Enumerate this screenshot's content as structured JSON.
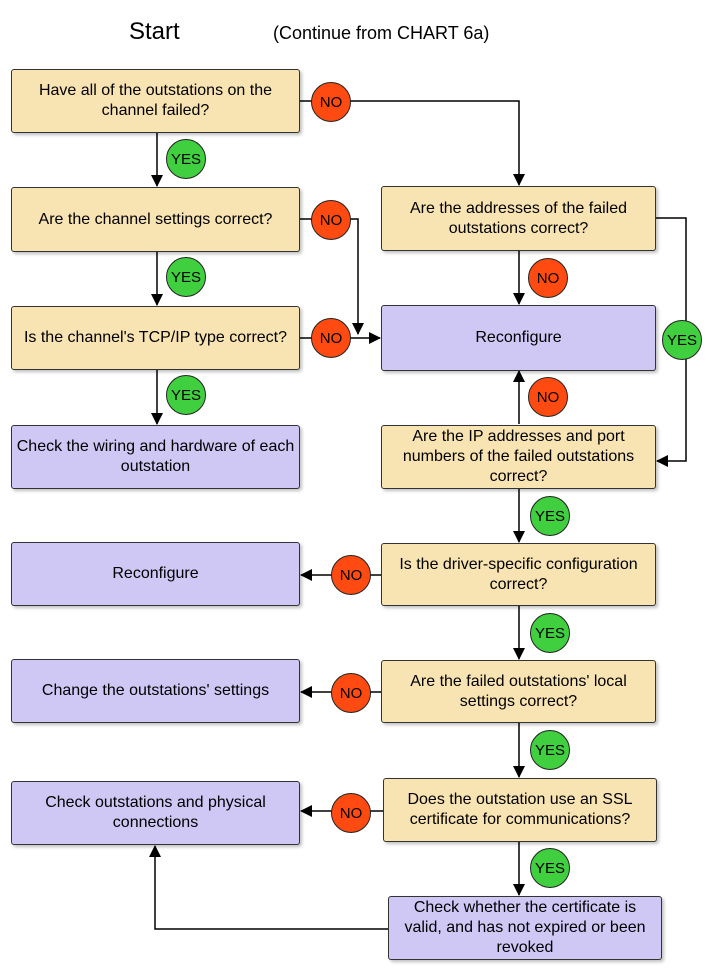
{
  "header": {
    "title": "Start",
    "subtitle": "(Continue from CHART 6a)"
  },
  "boxes": {
    "q1": "Have all of the outstations on the channel failed?",
    "q2": "Are the channel settings correct?",
    "q3": "Is the channel's TCP/IP type correct?",
    "a_wiring": "Check the wiring and hardware of each outstation",
    "q4": "Are the addresses of the failed outstations correct?",
    "a_reconfigure_1": "Reconfigure",
    "q5": "Are the IP addresses and port numbers of the failed outstations correct?",
    "q6": "Is the driver-specific configuration correct?",
    "a_reconfigure_2": "Reconfigure",
    "q7": "Are the failed outstations' local settings correct?",
    "a_change_settings": "Change the outstations' settings",
    "q8": "Does the outstation use an SSL certificate for communications?",
    "a_check_connections": "Check outstations and physical connections",
    "a_check_certificate": "Check whether the certificate is valid, and has not expired or been revoked"
  },
  "labels": {
    "yes": "YES",
    "no": "NO"
  },
  "colors": {
    "question_fill": "#f8e3b3",
    "action_fill": "#cfc8f5",
    "yes_badge": "#3fcf3f",
    "no_badge": "#ff4a12"
  }
}
